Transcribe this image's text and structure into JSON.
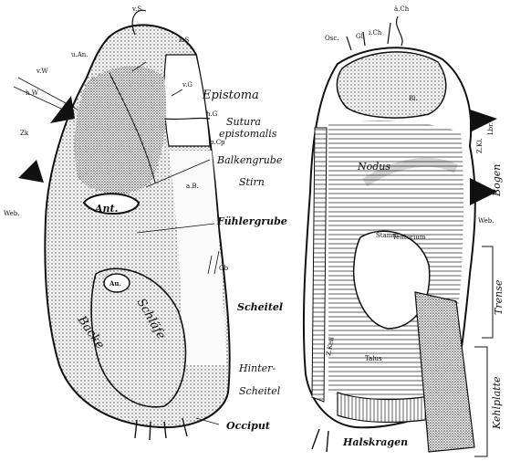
{
  "colors": {
    "ink": "#111111",
    "paper": "#ffffff",
    "stipple": "#3a3a3a"
  },
  "left_head": {
    "regions": {
      "epistoma": "Epistoma",
      "sutura": "Sutura",
      "epistomalis": "epistomalis",
      "balkengrube": "Balkengrube",
      "stirn": "Stirn",
      "fuehlergrube": "Fühlergrube",
      "scheitel": "Scheitel",
      "hinterscheitel_1": "Hinter-",
      "hinterscheitel_2": "Scheitel",
      "occiput": "Occiput",
      "backe": "Backe",
      "schlaefe": "Schläfe",
      "ant": "Ant.",
      "au": "Au."
    },
    "abbrev": {
      "vs": "v.S",
      "ks": "k.S",
      "uan": "u.An.",
      "vw": "v.W",
      "hw": "h.W",
      "zk": "Zk",
      "vg": "v.G",
      "hg": "h.G",
      "pcp": "p.Cp",
      "ab": "a.B.",
      "gb": "Gb",
      "web": "Web."
    }
  },
  "right_head": {
    "regions": {
      "nodus": "Nodus",
      "stamm": "Stamm",
      "tentorium": "Tentorium",
      "trense": "Trense",
      "kehlplatte": "Kehlplatte",
      "halskragen": "Halskragen",
      "bogen": "Bogen",
      "talus": "Talus",
      "zkeil": "Z.Keil"
    },
    "abbrev": {
      "osc": "Osc.",
      "gl": "Gl.",
      "ich": "i.Ch",
      "ach": "ä.Ch",
      "bl": "Bl.",
      "lbr": "Lbr.",
      "zkl": "Z.Kl.",
      "web": "Web."
    }
  }
}
